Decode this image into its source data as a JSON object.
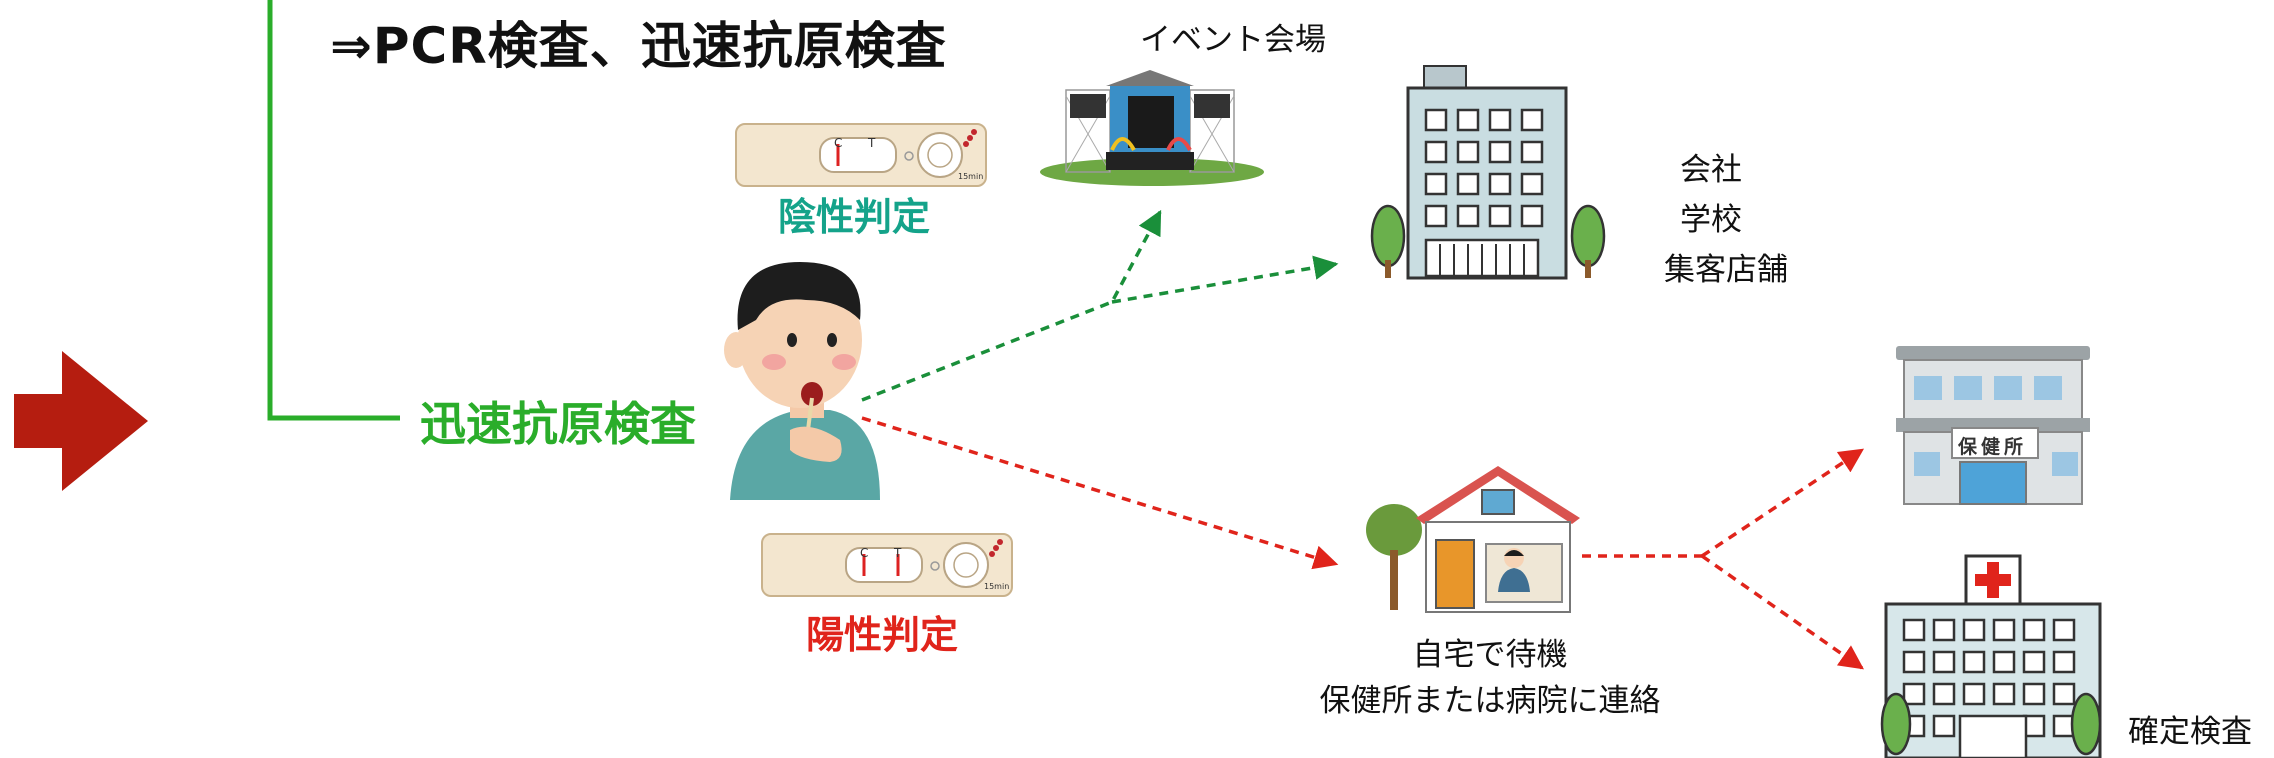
{
  "title": "⇒PCR検査、迅速抗原検査",
  "test_label": "迅速抗原検査",
  "negative_label": "陰性判定",
  "positive_label": "陽性判定",
  "event_label": "イベント会場",
  "company_lines": [
    "会社",
    "学校",
    "集客店舗"
  ],
  "home_lines": [
    "自宅で待機",
    "保健所または病院に連絡"
  ],
  "health_center_sign": "保健所",
  "confirm_label": "確定検査",
  "kit_marks": {
    "c": "C",
    "t": "T",
    "time": "15min"
  },
  "colors": {
    "bracket_green": "#2aad2a",
    "negative_teal": "#14a38a",
    "positive_red": "#e0241b",
    "big_arrow": "#b51d10",
    "arrow_green": "#1a8f3a",
    "arrow_red": "#e0241b"
  }
}
